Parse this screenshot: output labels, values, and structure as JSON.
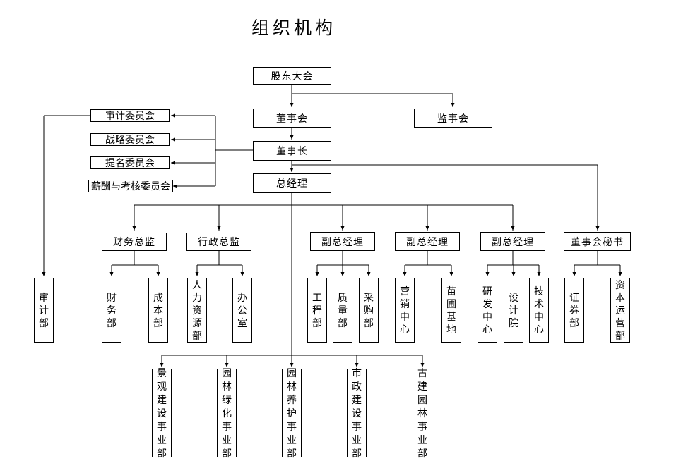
{
  "title": "组织机构",
  "colors": {
    "background": "#ffffff",
    "line": "#000000",
    "text": "#000000"
  },
  "nodes": {
    "shareholders_meeting": "股东大会",
    "board_of_directors": "董事会",
    "supervisory_board": "监事会",
    "chairman": "董事长",
    "general_manager": "总经理",
    "audit_committee": "审计委员会",
    "strategy_committee": "战略委员会",
    "nomination_committee": "提名委员会",
    "remuneration_committee": "薪酬与考核委员会",
    "audit_dept": "审计部",
    "finance_director": "财务总监",
    "admin_director": "行政总监",
    "deputy_gm_1": "副总经理",
    "deputy_gm_2": "副总经理",
    "deputy_gm_3": "副总经理",
    "board_secretary": "董事会秘书",
    "finance_dept": "财务部",
    "cost_dept": "成本部",
    "hr_dept": "人力资源部",
    "office": "办公室",
    "engineering_dept": "工程部",
    "quality_dept": "质量部",
    "procurement_dept": "采购部",
    "marketing_center": "营销中心",
    "nursery_base": "苗圃基地",
    "rd_center": "研发中心",
    "design_institute": "设计院",
    "tech_center": "技术中心",
    "securities_dept": "证券部",
    "capital_operation_dept": "资本运营部",
    "landscape_construction_division": "景观建设事业部",
    "garden_greening_division": "园林绿化事业部",
    "garden_maintenance_division": "园林养护事业部",
    "municipal_construction_division": "市政建设事业部",
    "ancient_garden_division": "古建园林事业部"
  }
}
